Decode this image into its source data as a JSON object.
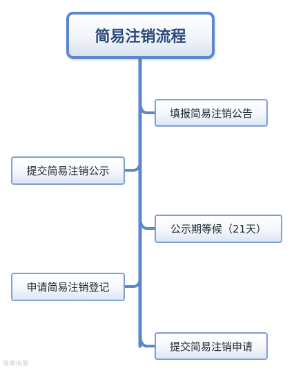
{
  "diagram": {
    "root": "简易注销流程",
    "right_nodes": [
      "填报简易注销公告",
      "公示期等候（21天）",
      "提交简易注销申请"
    ],
    "left_nodes": [
      "提交简易注销公示",
      "申请简易注销登记"
    ],
    "line_color": "#5b87cc",
    "border_color": "#7aa0d6"
  },
  "watermark": "简单问答"
}
